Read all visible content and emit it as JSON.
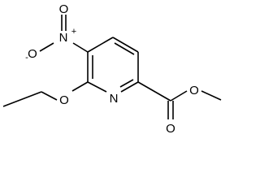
{
  "molecule": {
    "atoms": {
      "nitro_o_top": "O",
      "nitro_n": "N",
      "nitro_n_charge": "+",
      "nitro_o_left": "O",
      "nitro_o_left_charge": "-",
      "ether_o": "O",
      "ring_n": "N",
      "carbonyl_o": "O",
      "ester_o": "O"
    }
  }
}
